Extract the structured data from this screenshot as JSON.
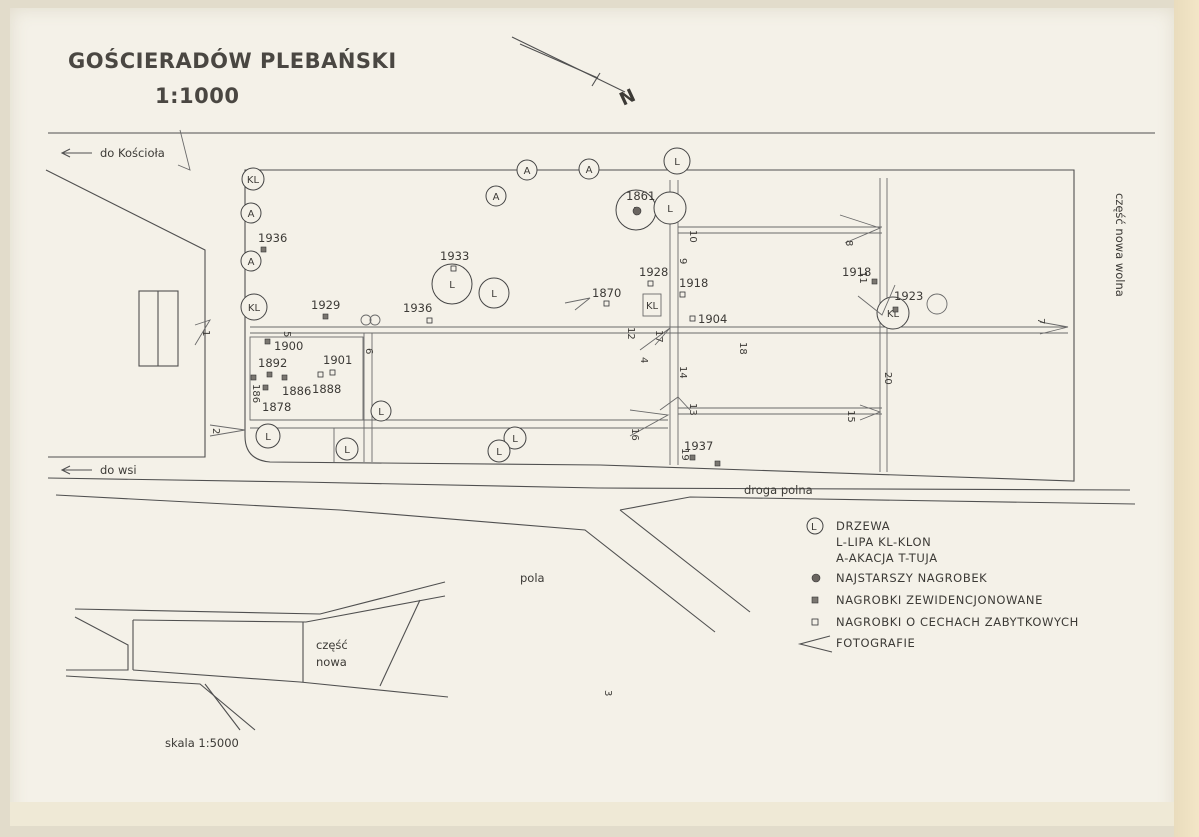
{
  "title": "GOŚCIERADÓW PLEBAŃSKI",
  "scale": "1:1000",
  "north_letter": "N",
  "roads": {
    "to_church": "do Kościoła",
    "to_village": "do wsi",
    "field_road": "droga polna",
    "fields": "pola",
    "new_part_free": "część nowa wolna"
  },
  "inset": {
    "new_part_line1": "część",
    "new_part_line2": "nowa",
    "scale": "skala 1:5000"
  },
  "legend": {
    "trees_symbol": "L",
    "trees": "DRZEWA",
    "trees_line2": "L-LIPA  KL-KLON",
    "trees_line3": "A-AKACJA  T-TUJA",
    "oldest": "NAJSTARSZY NAGROBEK",
    "registered": "NAGROBKI ZEWIDENCJONOWANE",
    "historic": "NAGROBKI O CECHACH ZABYTKOWYCH",
    "photos": "FOTOGRAFIE"
  },
  "trees": [
    {
      "label": "KL",
      "name": "tree-kl-1"
    },
    {
      "label": "A",
      "name": "tree-a-1"
    },
    {
      "label": "A",
      "name": "tree-a-2"
    },
    {
      "label": "KL",
      "name": "tree-kl-2"
    },
    {
      "label": "A",
      "name": "tree-a-3"
    },
    {
      "label": "A",
      "name": "tree-a-4"
    },
    {
      "label": "A",
      "name": "tree-a-5"
    },
    {
      "label": "L",
      "name": "tree-l-1"
    },
    {
      "label": "L",
      "name": "tree-l-2"
    },
    {
      "label": "L",
      "name": "tree-l-3"
    },
    {
      "label": "L",
      "name": "tree-l-4"
    },
    {
      "label": "L",
      "name": "tree-l-5"
    },
    {
      "label": "L",
      "name": "tree-l-6"
    },
    {
      "label": "L",
      "name": "tree-l-7"
    },
    {
      "label": "L",
      "name": "tree-l-8"
    },
    {
      "label": "L",
      "name": "tree-l-9"
    },
    {
      "label": "L",
      "name": "tree-l-10"
    },
    {
      "label": "KL",
      "name": "tree-kl-3"
    }
  ],
  "graves": {
    "g1936a": "1936",
    "g1929": "1929",
    "g1900": "1900",
    "g1892": "1892",
    "g1901": "1901",
    "g1886": "1886",
    "g1888": "1888",
    "g1878": "1878",
    "g186": "186",
    "g1933": "1933",
    "g1936b": "1936",
    "g1870": "1870",
    "g1861": "1861",
    "g1928": "1928",
    "g1918a": "1918",
    "g1904": "1904",
    "g1918b": "1918",
    "g1923": "1923",
    "g1937": "1937"
  },
  "photos": [
    "1",
    "2",
    "3",
    "4",
    "5",
    "6",
    "7",
    "8",
    "9",
    "10",
    "11",
    "12",
    "13",
    "14",
    "15",
    "16",
    "17",
    "18",
    "19",
    "20"
  ]
}
